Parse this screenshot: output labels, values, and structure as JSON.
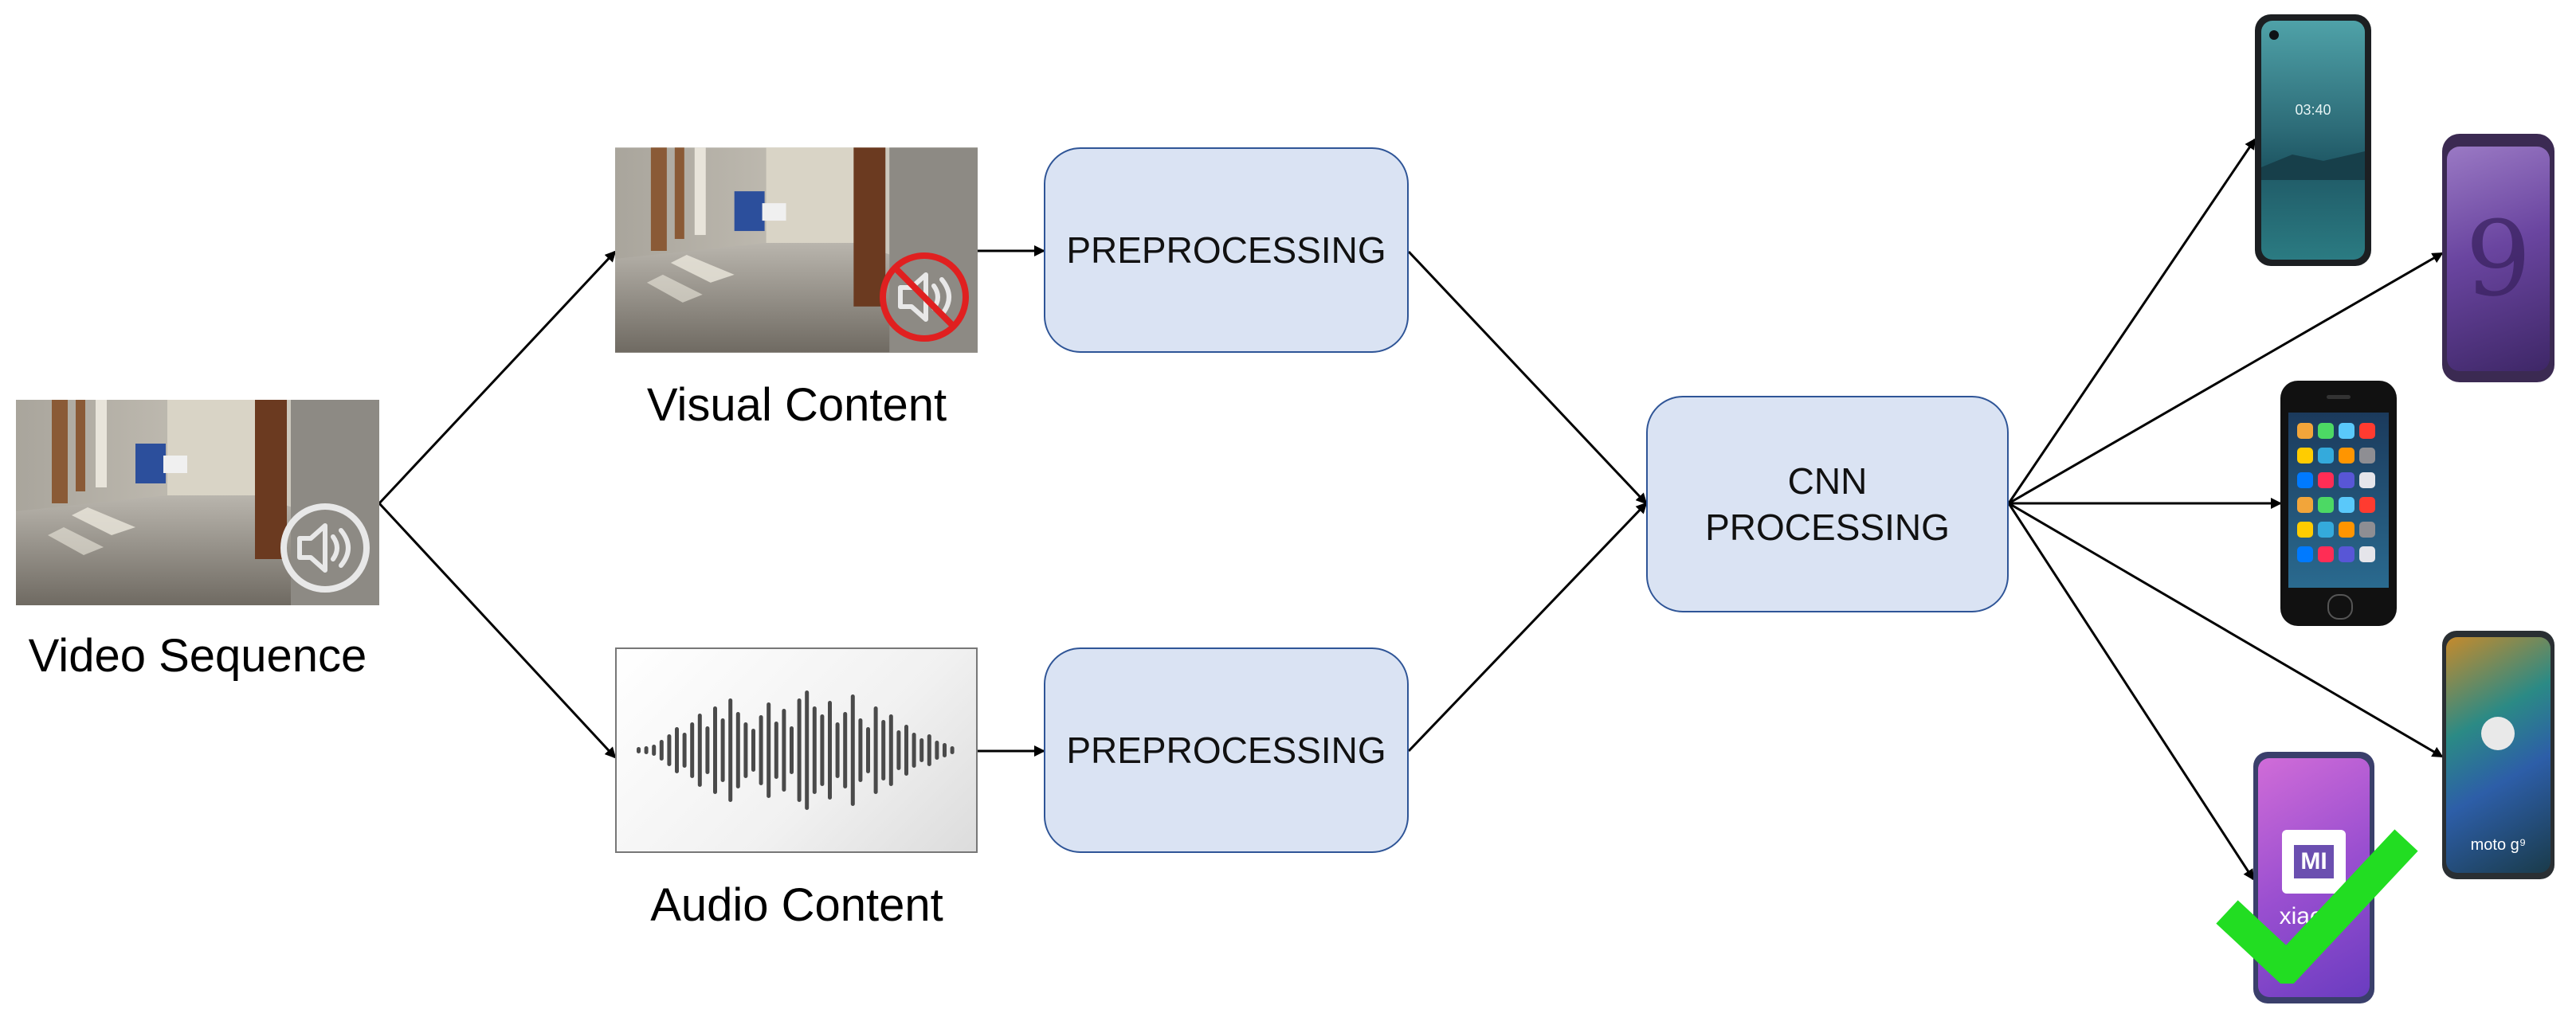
{
  "inputs": {
    "video_label": "Video Sequence",
    "visual_label": "Visual Content",
    "audio_label": "Audio Content"
  },
  "blocks": {
    "preprocessing_visual": "PREPROCESSING",
    "preprocessing_audio": "PREPROCESSING",
    "cnn": "CNN\nPROCESSING"
  },
  "devices": {
    "nokia_clock": "03:40",
    "samsung_mark": "9",
    "xiaomi_logo": "MI",
    "xiaomi_text": "xiaomi",
    "moto_text": "moto g⁹"
  },
  "colors": {
    "block_fill": "#dae3f3",
    "block_border": "#2f5597",
    "check_green": "#22dd22",
    "mute_red": "#e02020"
  },
  "icons": [
    "speaker-icon",
    "muted-speaker-icon",
    "waveform-icon",
    "checkmark-icon"
  ]
}
